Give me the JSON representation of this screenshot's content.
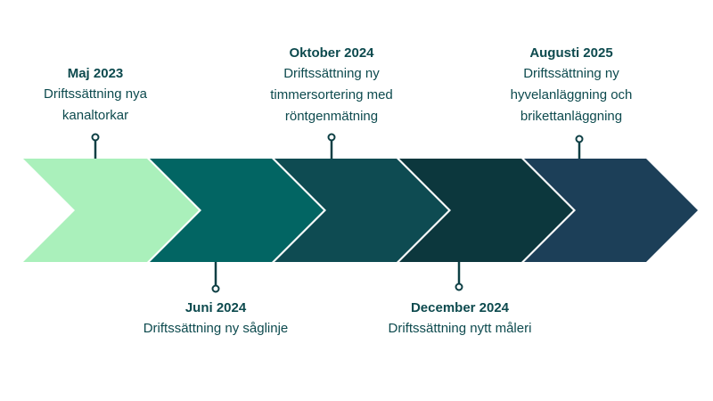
{
  "colors": {
    "segment_1": "#aaf0bb",
    "segment_2": "#026563",
    "segment_3": "#0e4b52",
    "segment_4": "#0c373d",
    "segment_5": "#1c3f58",
    "text": "#0d4a4e",
    "connector": "#0d3f44"
  },
  "events": [
    {
      "date": "Maj 2023",
      "desc": "Driftssättning nya kanaltorkar",
      "position": "top",
      "segment": 1
    },
    {
      "date": "Juni 2024",
      "desc": "Driftssättning ny såglinje",
      "position": "bottom",
      "segment": 2
    },
    {
      "date": "Oktober 2024",
      "desc": "Driftssättning ny timmersortering med röntgenmätning",
      "position": "top",
      "segment": 3
    },
    {
      "date": "December 2024",
      "desc": "Driftssättning nytt måleri",
      "position": "bottom",
      "segment": 4
    },
    {
      "date": "Augusti 2025",
      "desc": "Driftssättning ny hyvelanläggning och brikettanläggning",
      "position": "top",
      "segment": 5
    }
  ]
}
